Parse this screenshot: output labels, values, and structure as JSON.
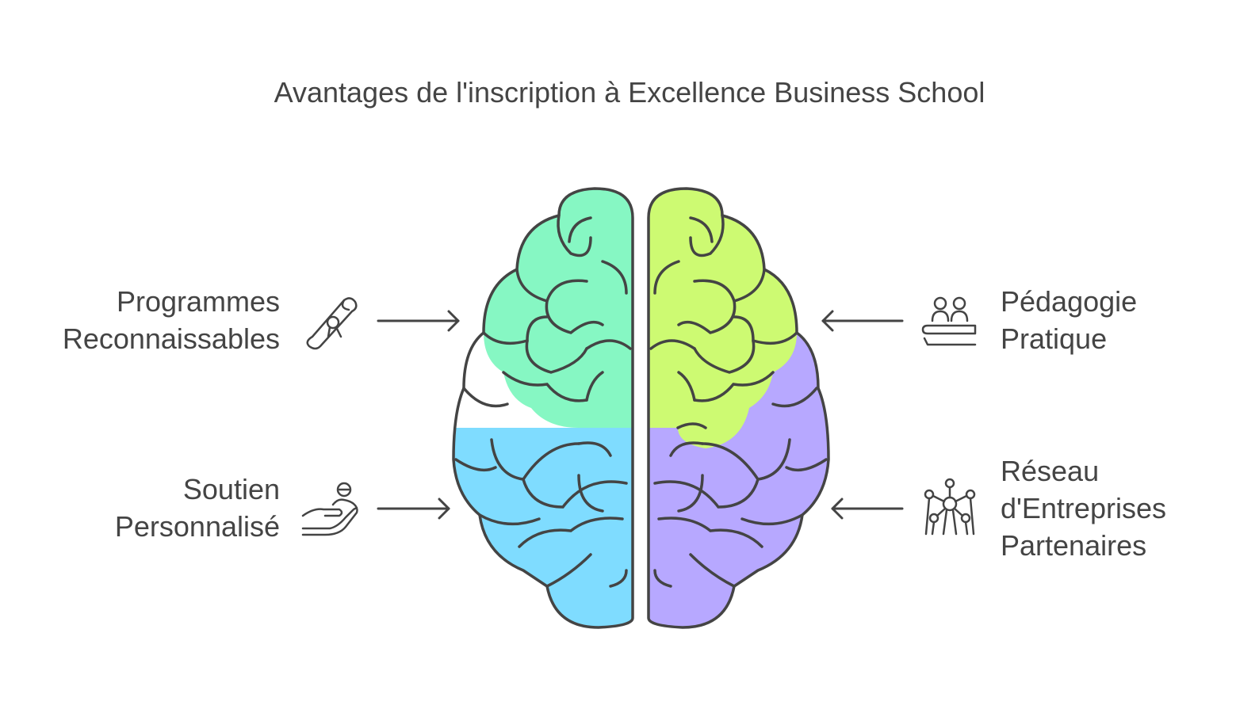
{
  "title": "Avantages de l'inscription à Excellence Business School",
  "colors": {
    "stroke": "#444444",
    "top_left": "#86f7c3",
    "bottom_left": "#7fdcff",
    "top_right": "#cdfa72",
    "bottom_right": "#b7a8ff"
  },
  "items": [
    {
      "id": "programmes",
      "position": "left-top",
      "icon": "diploma-icon",
      "lines": [
        "Programmes",
        "Reconnaissables"
      ]
    },
    {
      "id": "soutien",
      "position": "left-bottom",
      "icon": "helping-hand-icon",
      "lines": [
        "Soutien",
        "Personnalisé"
      ]
    },
    {
      "id": "pedagogie",
      "position": "right-top",
      "icon": "classroom-icon",
      "lines": [
        "Pédagogie",
        "Pratique"
      ]
    },
    {
      "id": "reseau",
      "position": "right-bottom",
      "icon": "network-icon",
      "lines": [
        "Réseau",
        "d'Entreprises",
        "Partenaires"
      ]
    }
  ]
}
